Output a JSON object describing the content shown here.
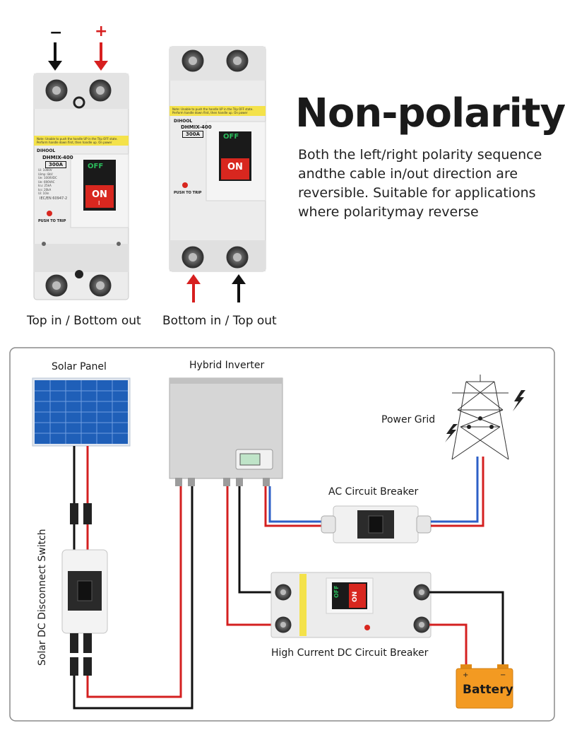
{
  "heading": "Non-polarity",
  "description": [
    "Both the left/right polarity sequence",
    "andthe cable in/out direction are",
    "reversible. Suitable for applications",
    "where polaritymay reverse"
  ],
  "breaker_left": {
    "caption": "Top in / Bottom out",
    "minus_sign": "−",
    "plus_sign": "+"
  },
  "breaker_right": {
    "caption": "Bottom in / Top out"
  },
  "breaker_face": {
    "brand": "DIHOOL",
    "model": "DHMIX-400",
    "rating": "300A",
    "off_label": "OFF",
    "on_label": "ON",
    "on_symbol": "I",
    "push_to_trip": "PUSH TO TRIP",
    "note": "Note: Unable to push the handle UP in the Trip OFF state. Perform handle down first, then handle up. On power",
    "standard": "IEC/EN 60947-2",
    "specs": [
      "Ui: 1000V",
      "Uimp: 8kV",
      "Ue: 1000VDC",
      "Ue: 690VAC",
      "Icu: 25kA",
      "Ics: 20kA",
      "Ui: 10in"
    ]
  },
  "diagram": {
    "solar_panel": "Solar Panel",
    "hybrid_inverter": "Hybrid Inverter",
    "power_grid": "Power Grid",
    "ac_breaker": "AC Circuit Breaker",
    "dc_switch": "Solar DC Disconnect Switch",
    "dc_breaker": "High Current DC Circuit Breaker",
    "battery": "Battery"
  },
  "colors": {
    "wire_red": "#d42020",
    "wire_black": "#111111",
    "wire_blue": "#2d5fc7",
    "battery_orange": "#f39a22",
    "panel_blue": "#1f5fb8",
    "arrow_red": "#d71f1f",
    "switch_red": "#d8271f"
  }
}
